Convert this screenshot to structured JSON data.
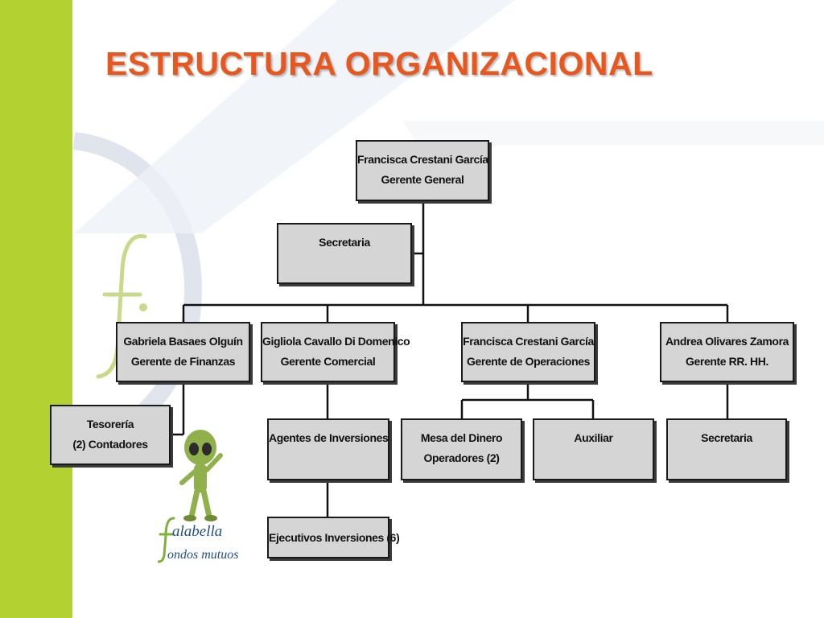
{
  "title": "ESTRUCTURA ORGANIZACIONAL",
  "colors": {
    "accent_bar": "#b4d132",
    "title": "#e8571e",
    "box_fill": "#d5d5d5",
    "box_border": "#1a1a1a",
    "logo_green": "#9fc738"
  },
  "org": {
    "gerente_general": {
      "name": "Francisca Crestani García",
      "role": "Gerente General"
    },
    "secretaria_general": {
      "name": "Secretaria"
    },
    "finanzas": {
      "name": "Gabriela Basaes Olguín",
      "role": "Gerente de Finanzas"
    },
    "tesoreria": {
      "name": "Tesorería",
      "role": "(2) Contadores"
    },
    "comercial": {
      "name": "Gigliola Cavallo Di Domenico",
      "role": "Gerente Comercial"
    },
    "agentes": {
      "name": "Agentes de Inversiones"
    },
    "ejecutivos": {
      "name": "Ejecutivos Inversiones (6)"
    },
    "operaciones": {
      "name": "Francisca Crestani García",
      "role": "Gerente de Operaciones"
    },
    "mesa": {
      "name": "Mesa del Dinero",
      "role": "Operadores (2)"
    },
    "auxiliar": {
      "name": "Auxiliar"
    },
    "rrhh": {
      "name": "Andrea Olivares Zamora",
      "role": "Gerente RR. HH."
    },
    "secretaria_rrhh": {
      "name": "Secretaria"
    }
  },
  "icons": {
    "logo": "falabella-f-logo-icon",
    "mascot": "alien-mascot-icon",
    "brand": "falabella-fondos-mutuos-logo"
  },
  "brand_logo_text": {
    "line1": "alabella",
    "line2": "ondos mutuos"
  }
}
